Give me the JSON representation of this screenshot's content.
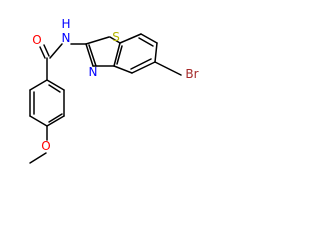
{
  "molecule": {
    "atoms": {
      "o_carbonyl": "O",
      "nh": "N",
      "nh_h": "H",
      "s_ring": "S",
      "n_ring": "N",
      "br": "Br",
      "o_methoxy": "O"
    },
    "colors": {
      "bond": "#000000",
      "oxygen": "#ff0000",
      "nitrogen": "#0000ff",
      "sulfur": "#b3b300",
      "bromine": "#a52a2a"
    }
  }
}
